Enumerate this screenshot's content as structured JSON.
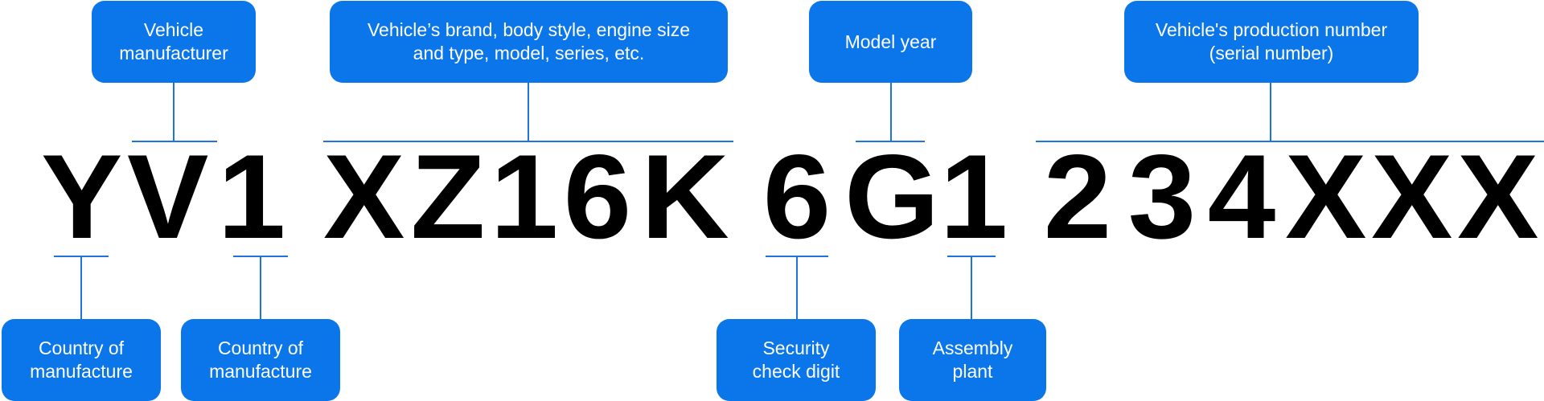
{
  "vin": {
    "characters": [
      "Y",
      "V",
      "1",
      "X",
      "Z",
      "1",
      "6",
      "K",
      "6",
      "G",
      "1",
      "2",
      "3",
      "4",
      "X",
      "X",
      "X"
    ]
  },
  "callouts": {
    "vehicle_manufacturer": {
      "line1": "Vehicle",
      "line2": "manufacturer"
    },
    "vds": {
      "line1": "Vehicle’s brand, body style, engine size",
      "line2": "and type, model, series, etc."
    },
    "model_year": {
      "line1": "Model year"
    },
    "production_number": {
      "line1": "Vehicle's production number",
      "line2": "(serial number)"
    },
    "country_1": {
      "line1": "Country of",
      "line2": "manufacture"
    },
    "country_2": {
      "line1": "Country of",
      "line2": "manufacture"
    },
    "security_check": {
      "line1": "Security",
      "line2": "check digit"
    },
    "assembly_plant": {
      "line1": "Assembly",
      "line2": "plant"
    }
  },
  "colors": {
    "callout_fill": "#0a76ea",
    "connector": "#1f74dc",
    "text_on_callout": "#ffffff",
    "vin_text": "#000000"
  }
}
